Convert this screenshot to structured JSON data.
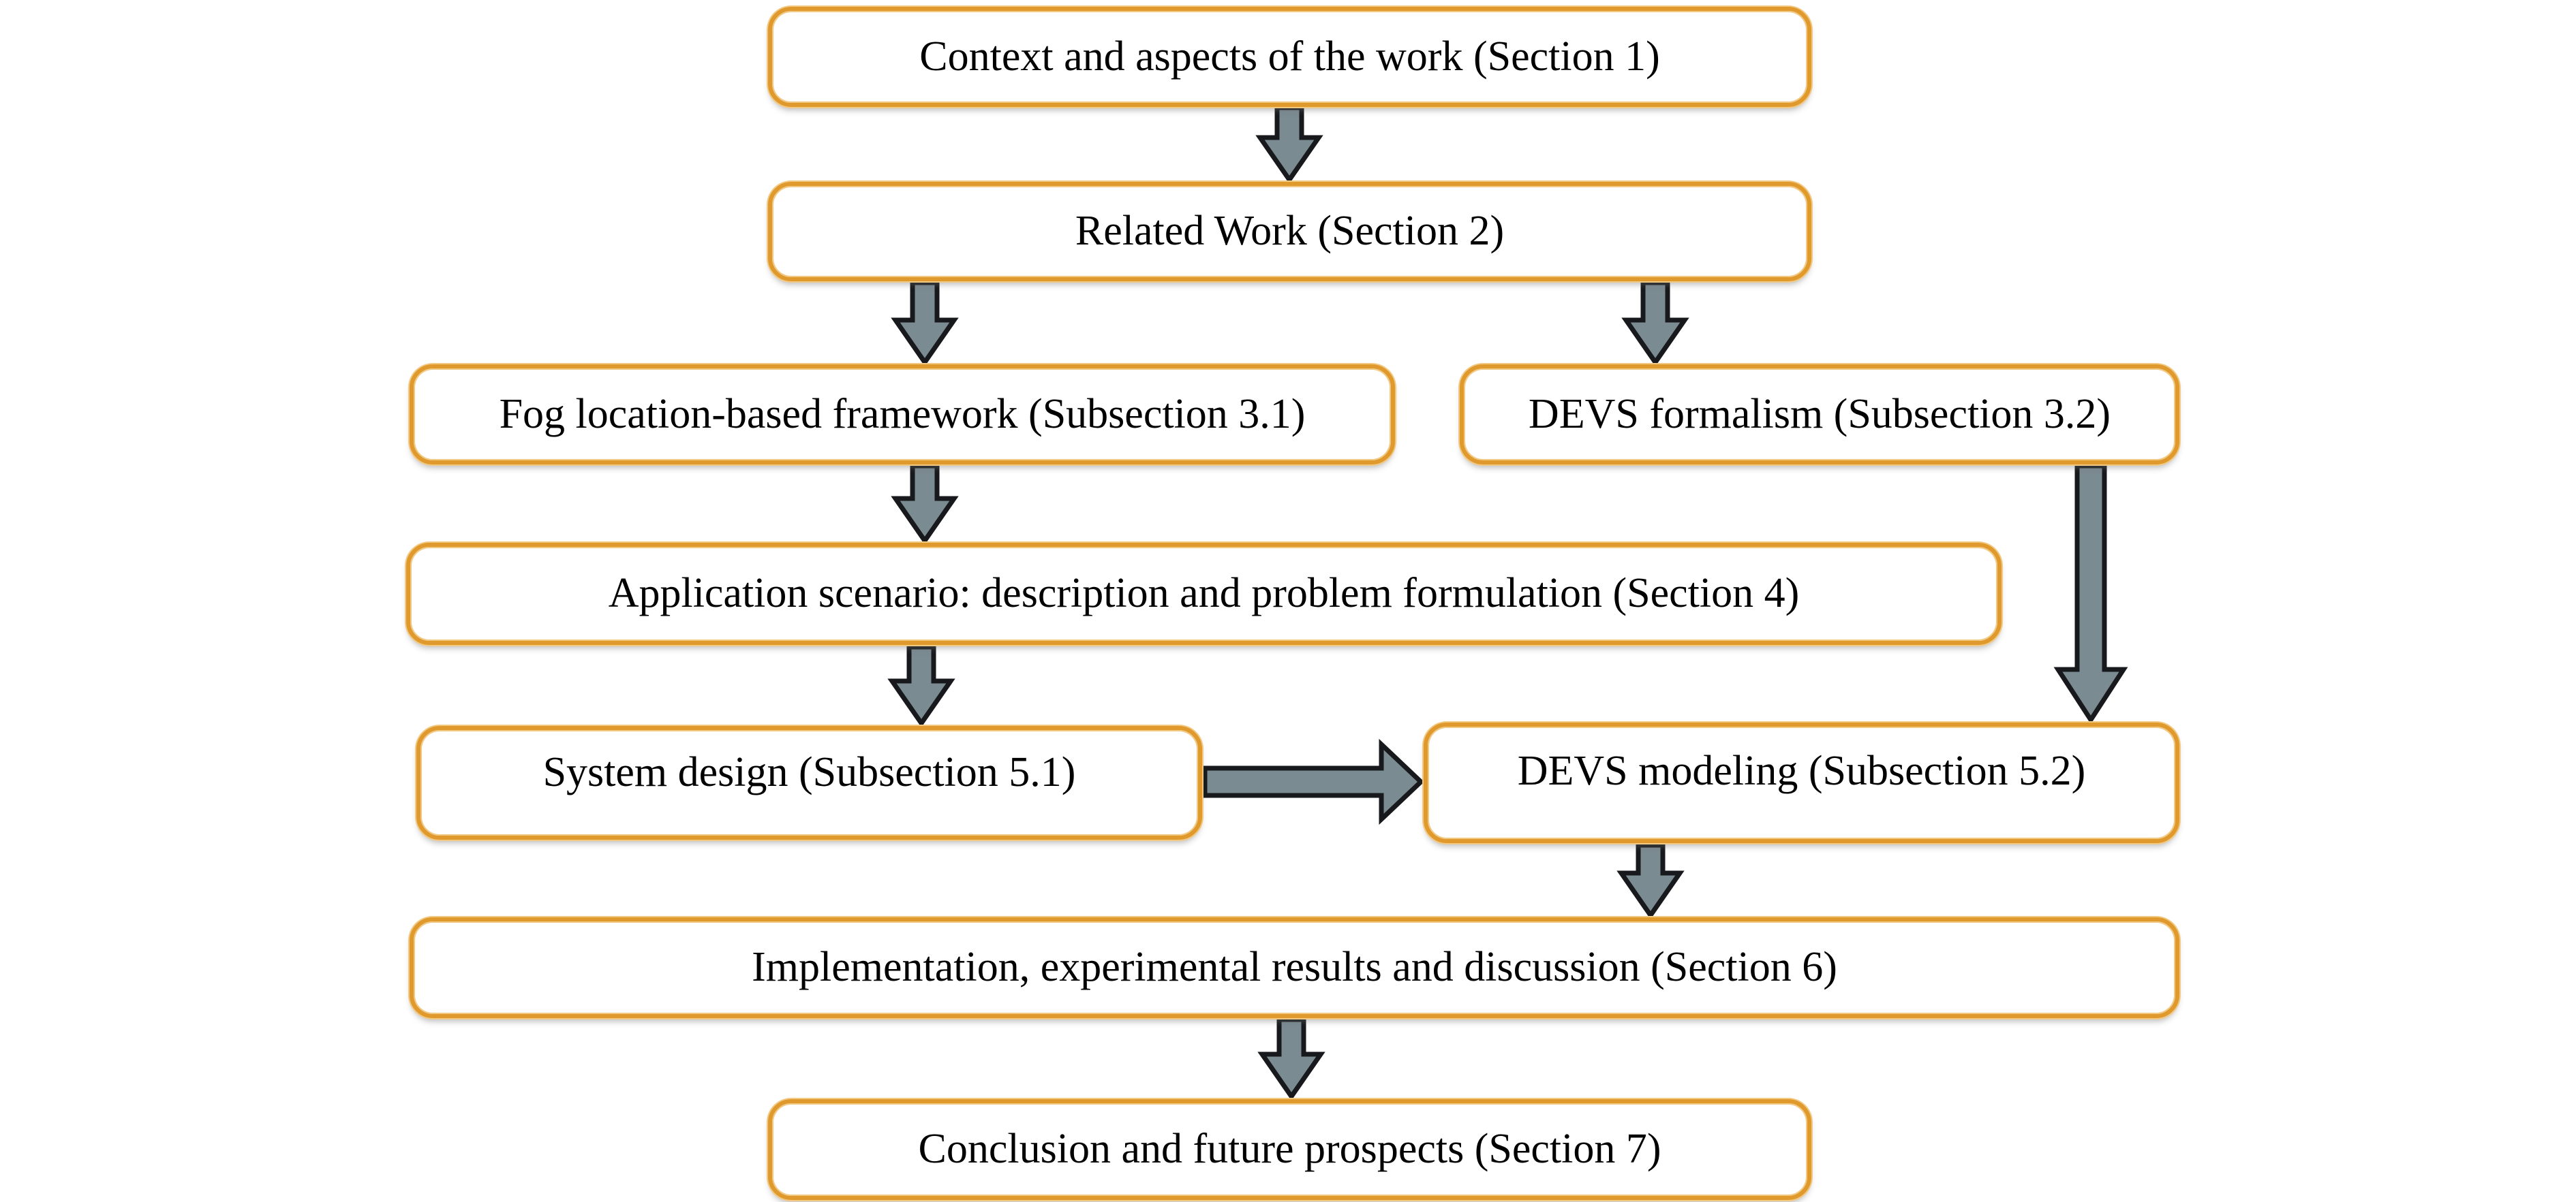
{
  "figure": {
    "type": "flowchart",
    "description": "Paper organization flowchart",
    "background_color": "#ffffff",
    "box_fill_color": "#ffffff",
    "box_border_color": "#e0992c",
    "box_border_light_edge_color": "#f2c983",
    "arrow_fill_color": "#7b8b92",
    "arrow_outline_color": "#17191c",
    "text_color": "#000000"
  },
  "boxes": [
    {
      "id": "section1",
      "label": "Context and aspects of the work (Section 1)"
    },
    {
      "id": "section2",
      "label": "Related Work (Section 2)"
    },
    {
      "id": "subsection31",
      "label": "Fog location-based framework (Subsection 3.1)"
    },
    {
      "id": "subsection32",
      "label": "DEVS formalism (Subsection 3.2)"
    },
    {
      "id": "section4",
      "label": "Application scenario: description and problem formulation (Section 4)"
    },
    {
      "id": "subsection51",
      "label": "System design (Subsection 5.1)"
    },
    {
      "id": "subsection52",
      "label": "DEVS modeling (Subsection 5.2)"
    },
    {
      "id": "section6",
      "label": "Implementation, experimental results and discussion (Section 6)"
    },
    {
      "id": "section7",
      "label": "Conclusion and future prospects (Section 7)"
    }
  ],
  "arrows": [
    {
      "from": "section1",
      "to": "section2",
      "direction": "down"
    },
    {
      "from": "section2",
      "to": "subsection31",
      "direction": "down"
    },
    {
      "from": "section2",
      "to": "subsection32",
      "direction": "down"
    },
    {
      "from": "subsection31",
      "to": "section4",
      "direction": "down"
    },
    {
      "from": "subsection32",
      "to": "subsection52",
      "direction": "down-long"
    },
    {
      "from": "section4",
      "to": "subsection51",
      "direction": "down"
    },
    {
      "from": "subsection51",
      "to": "subsection52",
      "direction": "right"
    },
    {
      "from": "subsection52",
      "to": "section6",
      "direction": "down"
    },
    {
      "from": "section6",
      "to": "section7",
      "direction": "down"
    }
  ]
}
